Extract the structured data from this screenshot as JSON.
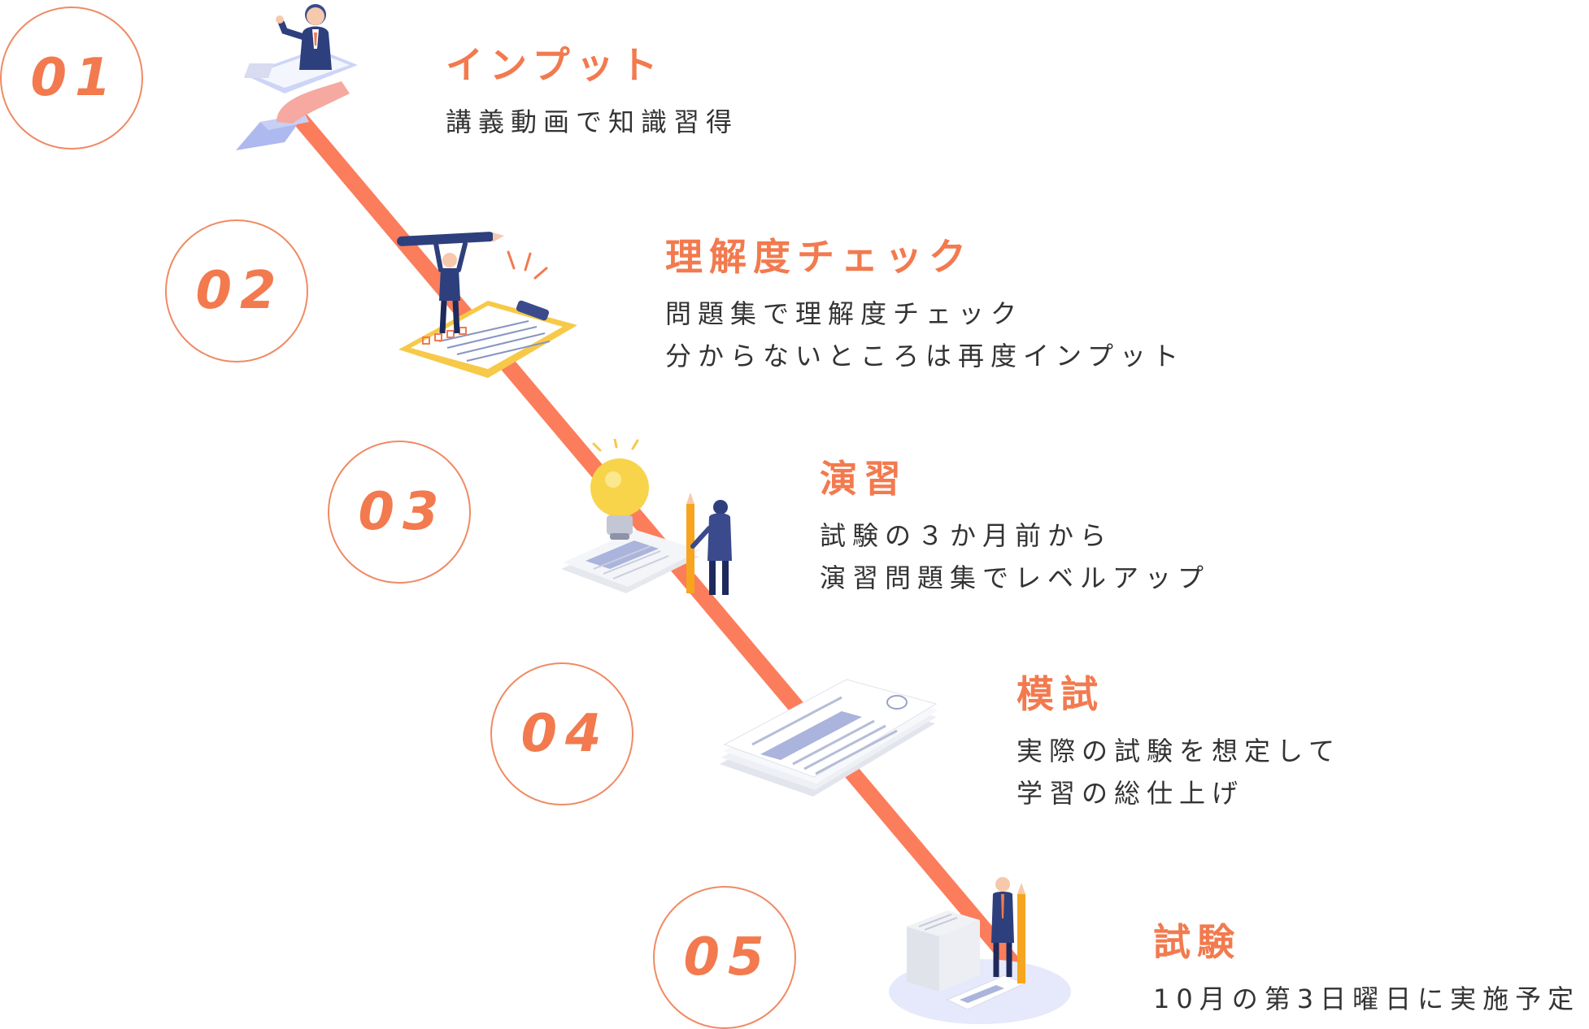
{
  "colors": {
    "accent": "#f27a4e",
    "path": "#fb7d5b",
    "text": "#333333",
    "circle_border": "#f08a64"
  },
  "steps": [
    {
      "number": "01",
      "title": "インプット",
      "lines": [
        "講義動画で知識習得"
      ],
      "illustration": "video-lecture-icon"
    },
    {
      "number": "02",
      "title": "理解度チェック",
      "lines": [
        "問題集で理解度チェック",
        "分からないところは再度インプット"
      ],
      "illustration": "checklist-icon"
    },
    {
      "number": "03",
      "title": "演習",
      "lines": [
        "試験の３か月前から",
        "演習問題集でレベルアップ"
      ],
      "illustration": "lightbulb-icon"
    },
    {
      "number": "04",
      "title": "模試",
      "lines": [
        "実際の試験を想定して",
        "学習の総仕上げ"
      ],
      "illustration": "document-stack-icon"
    },
    {
      "number": "05",
      "title": "試験",
      "lines": [
        "10月の第3日曜日に実施予定"
      ],
      "illustration": "exam-day-icon"
    }
  ]
}
